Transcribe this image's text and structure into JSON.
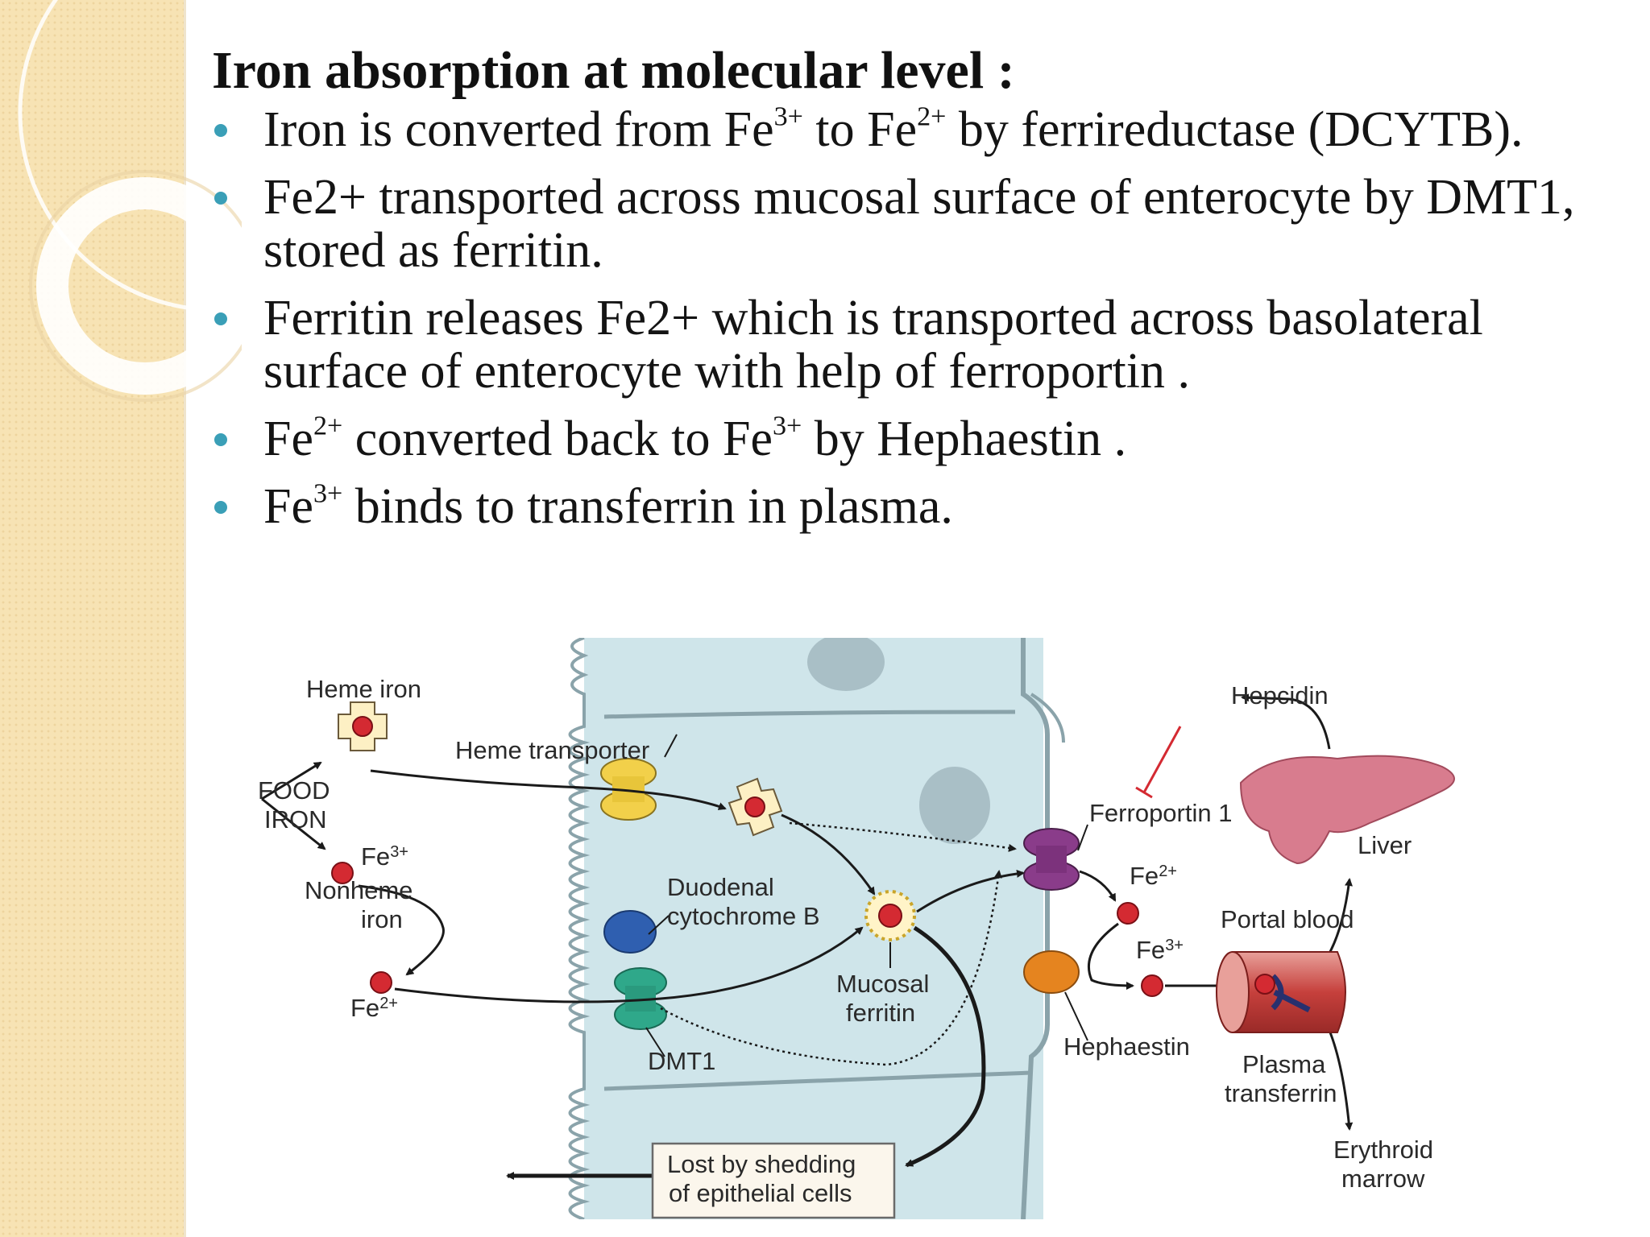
{
  "slide": {
    "title": "Iron absorption at molecular level :",
    "bullets": [
      {
        "parts": [
          " Iron is converted from Fe",
          "3+",
          " to Fe",
          "2+",
          " by ferrireductase (DCYTB)."
        ]
      },
      {
        "parts": [
          "Fe2+ transported across mucosal surface of enterocyte by DMT1, stored as ferritin."
        ]
      },
      {
        "parts": [
          "Ferritin releases Fe2+ which is transported across basolateral surface of enterocyte with help of ferroportin ."
        ]
      },
      {
        "parts": [
          "Fe",
          "2+",
          " converted back to Fe",
          "3+",
          " by Hephaestin ."
        ]
      },
      {
        "parts": [
          "Fe",
          "3+",
          " binds to transferrin in plasma."
        ]
      }
    ]
  },
  "figure": {
    "labels": {
      "heme_iron": "Heme iron",
      "food": "FOOD",
      "iron": "IRON",
      "fe3": "Fe",
      "fe3_sup": "3+",
      "fe2": "Fe",
      "fe2_sup": "2+",
      "nonheme": "Nonheme",
      "nonheme_iron": "iron",
      "heme_transporter": "Heme transporter",
      "duodenal": "Duodenal",
      "cytochrome_b": "cytochrome B",
      "mucosal": "Mucosal",
      "ferritin": "ferritin",
      "dmt1": "DMT1",
      "lost_by_shedding": "Lost by shedding",
      "of_epithelial_cells": "of epithelial cells",
      "hepcidin": "Hepcidin",
      "ferroportin": "Ferroportin 1",
      "hephaestin": "Hephaestin",
      "portal_blood": "Portal blood",
      "plasma": "Plasma",
      "transferrin": "transferrin",
      "liver": "Liver",
      "erythroid": "Erythroid",
      "marrow": "marrow"
    }
  },
  "colors": {
    "accent_bullet": "#3a9fb7",
    "cell_fill": "#cfe5ea",
    "iron_red": "#d42a32"
  }
}
